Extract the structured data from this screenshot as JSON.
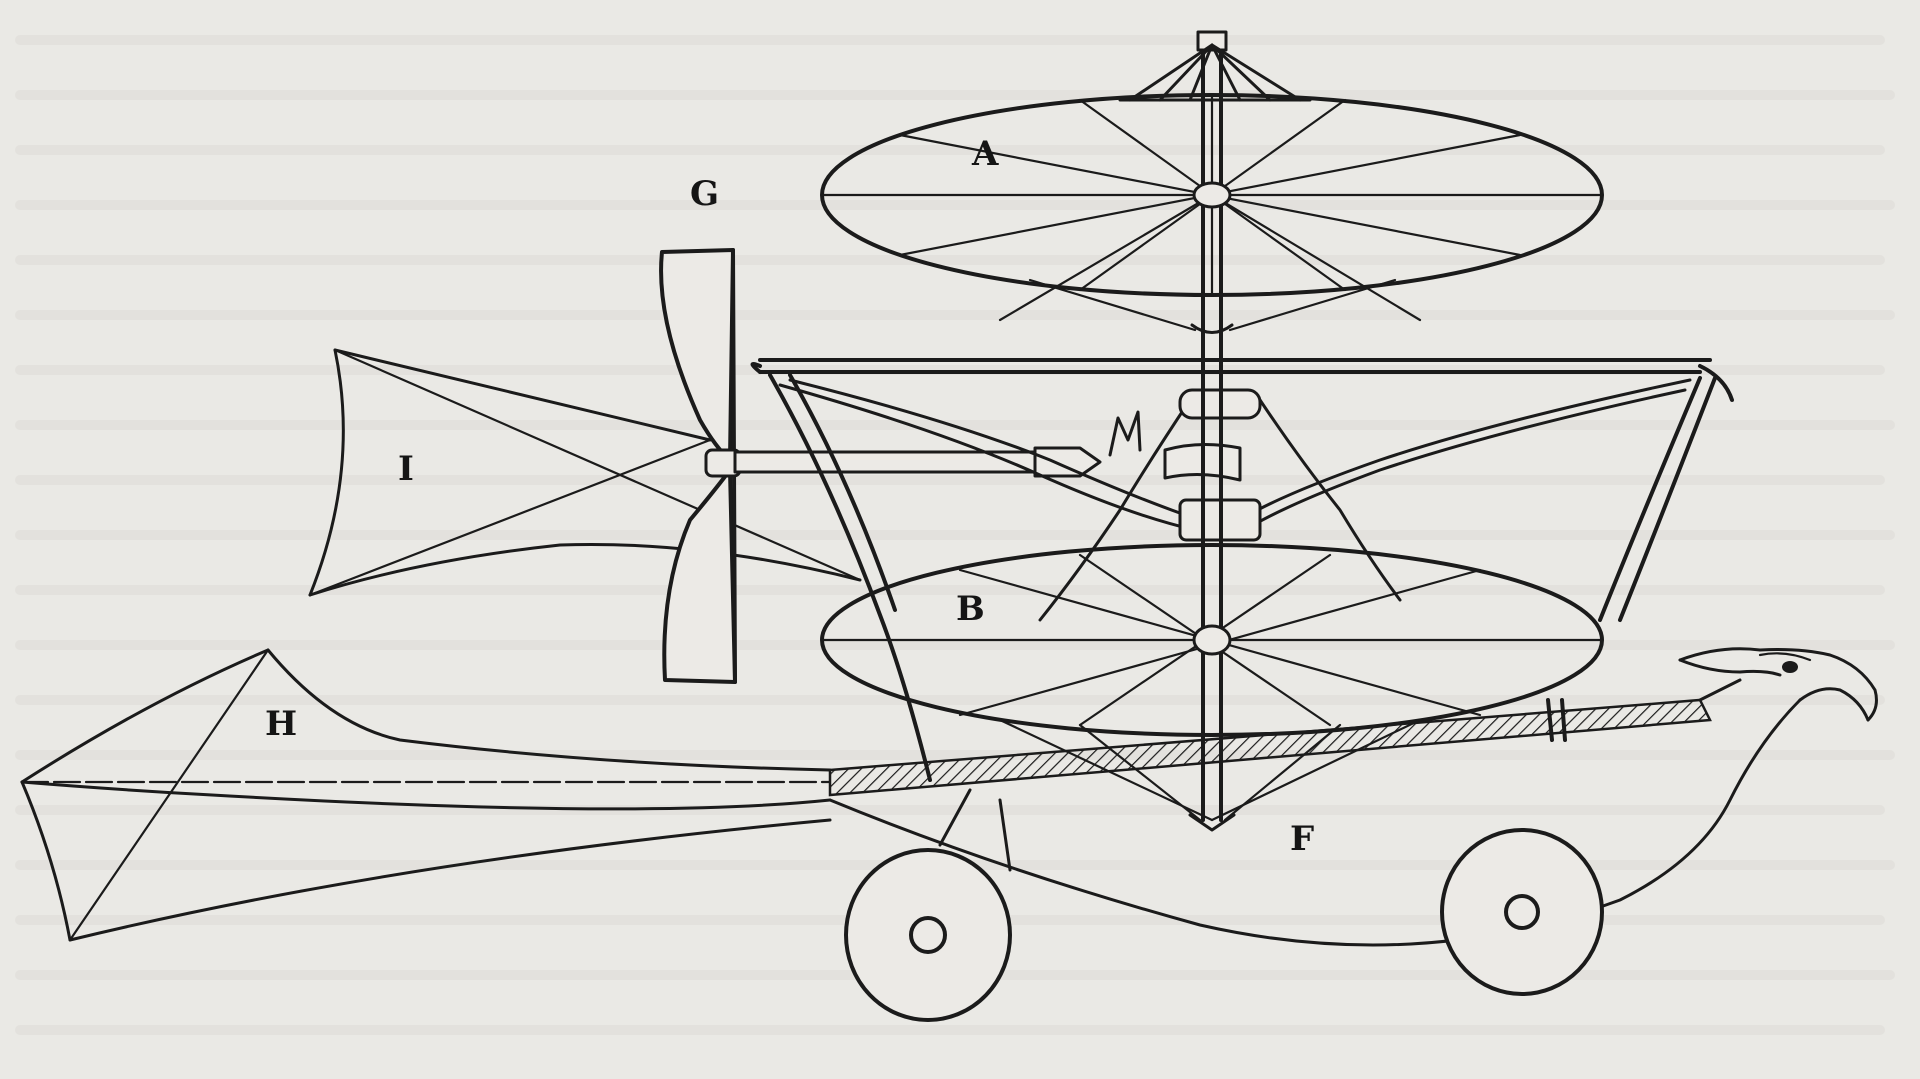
{
  "labels": {
    "A": "A",
    "B": "B",
    "F": "F",
    "G": "G",
    "H": "H",
    "I": "I"
  }
}
